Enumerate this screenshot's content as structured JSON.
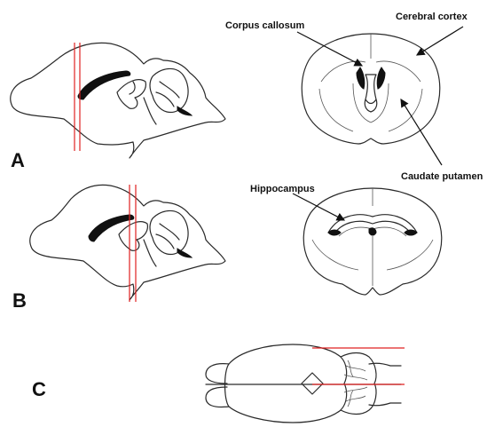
{
  "panels": {
    "a": {
      "label": "A"
    },
    "b": {
      "label": "B"
    },
    "c": {
      "label": "C"
    }
  },
  "annotations": {
    "corpus_callosum": "Corpus callosum",
    "cerebral_cortex": "Cerebral cortex",
    "caudate_putamen": "Caudate putamen",
    "hippocampus": "Hippocampus"
  },
  "colors": {
    "cut_line": "#e02020",
    "outline": "#2a2a2a",
    "ink": "#111111"
  }
}
